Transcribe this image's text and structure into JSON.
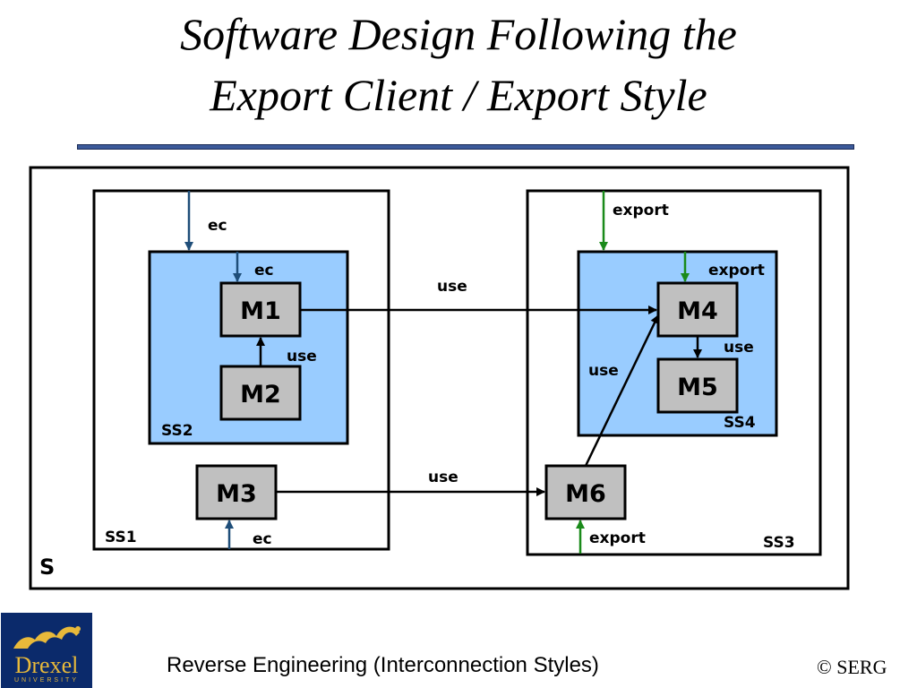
{
  "title": {
    "line1": "Software Design Following the",
    "line2": "Export Client / Export Style"
  },
  "diagram": {
    "system_label": "S",
    "subsystems": {
      "ss1": "SS1",
      "ss2": "SS2",
      "ss3": "SS3",
      "ss4": "SS4"
    },
    "modules": {
      "m1": "M1",
      "m2": "M2",
      "m3": "M3",
      "m4": "M4",
      "m5": "M5",
      "m6": "M6"
    },
    "labels": {
      "ec_ss1_top": "ec",
      "ec_ss2_top": "ec",
      "ec_m3": "ec",
      "export_ss3_top": "export",
      "export_ss4_top": "export",
      "export_m6": "export",
      "use_m2_m1": "use",
      "use_m1_m4": "use",
      "use_m4_m5": "use",
      "use_m6_m4": "use",
      "use_m3_m6": "use"
    },
    "colors": {
      "ec_arrow": "#1f4e79",
      "export_arrow": "#1a8a1a",
      "inner_subsystem_fill": "#99ccff",
      "module_fill": "#c0c0c0"
    }
  },
  "footer": {
    "text": "Reverse Engineering (Interconnection Styles)",
    "copyright": "© SERG",
    "logo_text": "Drexel",
    "logo_subtext": "UNIVERSITY"
  }
}
